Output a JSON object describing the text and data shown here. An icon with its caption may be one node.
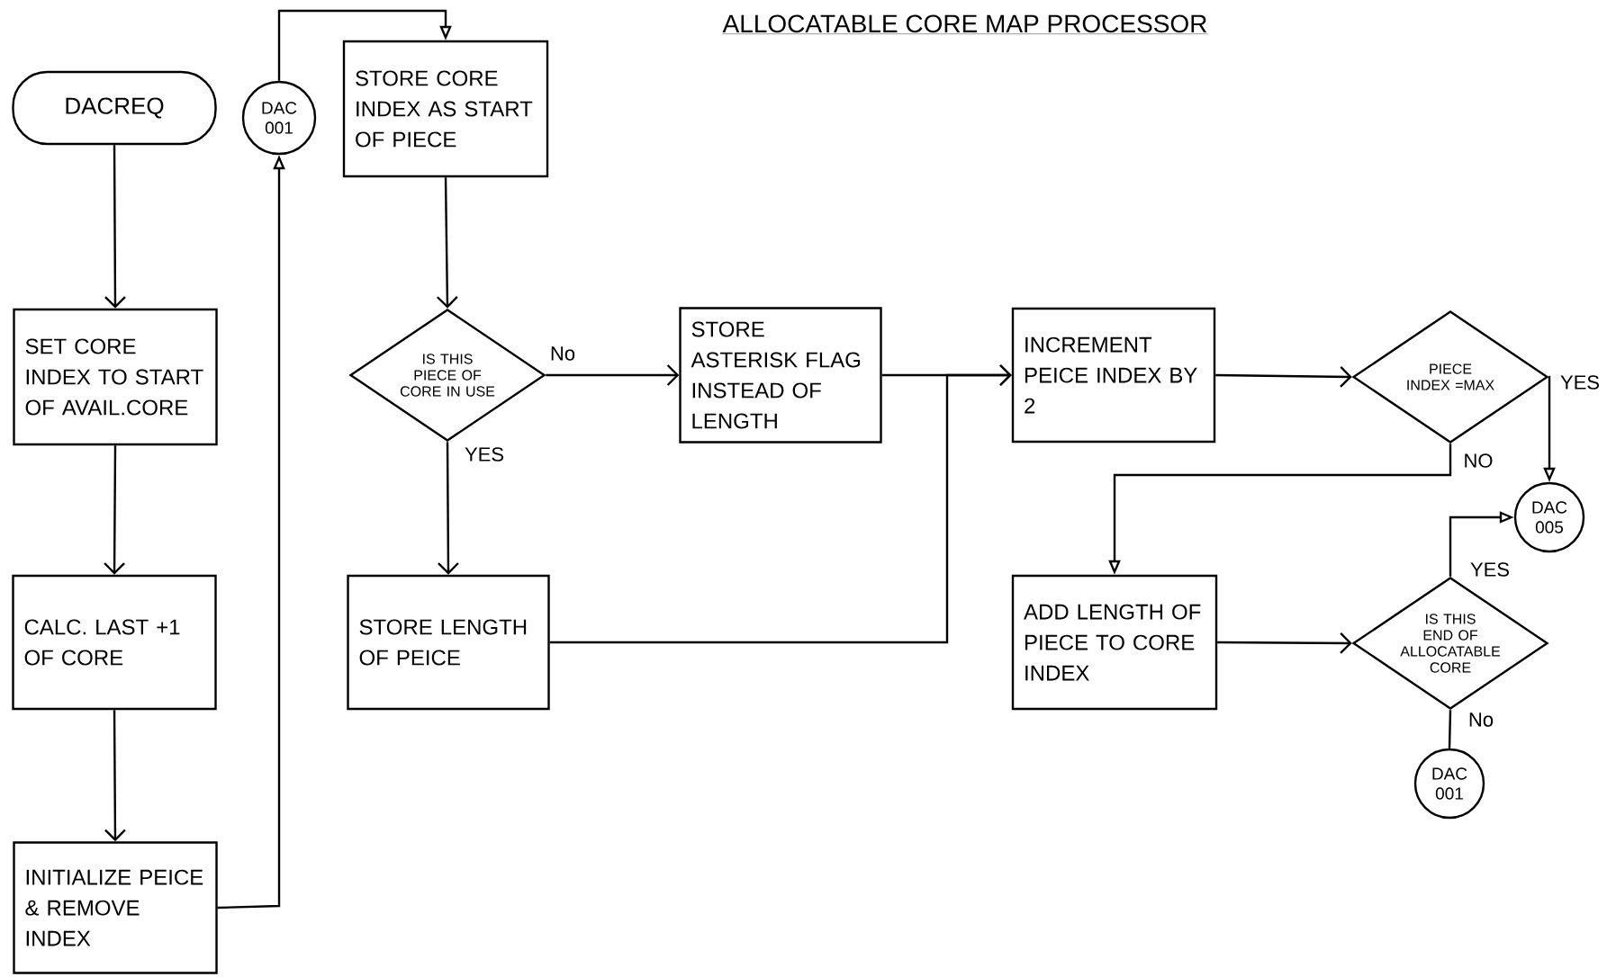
{
  "diagram": {
    "title": "ALLOCATABLE CORE MAP PROCESSOR",
    "nodes": [
      {
        "text": [
          "DACREQ"
        ]
      },
      {
        "text": [
          "DAC 001"
        ]
      },
      {
        "text": [
          "STORE CORE INDEX AS START OF PIECE"
        ]
      },
      {
        "text": [
          "SET CORE INDEX TO START OF AVAIL.CORE"
        ]
      },
      {
        "text": [
          "IS THIS PIECE OF CORE IN USE"
        ]
      },
      {
        "text": [
          "STORE ASTERISK FLAG INSTEAD OF LENGTH"
        ]
      },
      {
        "text": [
          "INCREMENT PEICE INDEX BY 2"
        ]
      },
      {
        "text": [
          "PIECE INDEX =MAX"
        ]
      },
      {
        "text": [
          "CALC. LAST +1 OF CORE"
        ]
      },
      {
        "text": [
          "STORE LENGTH OF PEICE"
        ]
      },
      {
        "text": [
          "DAC 005"
        ]
      },
      {
        "text": [
          "ADD LENGTH OF PIECE TO CORE INDEX"
        ]
      },
      {
        "text": [
          "IS THIS END OF ALLOCATABLE CORE"
        ]
      },
      {
        "text": [
          "DAC 001"
        ]
      },
      {
        "text": [
          "INITIALIZE PEICE & REMOVE INDEX"
        ]
      }
    ],
    "edges": [
      {
        "from": 0,
        "to": 3,
        "arrow": "to"
      },
      {
        "from": 3,
        "to": 8,
        "arrow": "to"
      },
      {
        "from": 8,
        "to": 14,
        "arrow": "to"
      },
      {
        "from": 14,
        "to": 1,
        "arrow": "to"
      },
      {
        "from": 1,
        "to": 2,
        "arrow": "to"
      },
      {
        "from": 2,
        "to": 4,
        "arrow": "to"
      },
      {
        "from": 4,
        "to": 5,
        "arrow": "to",
        "label": "No"
      },
      {
        "from": 4,
        "to": 9,
        "arrow": "to",
        "label": "YES"
      },
      {
        "from": 5,
        "to": 6,
        "arrow": "to"
      },
      {
        "from": 9,
        "to": 6,
        "arrow": "to"
      },
      {
        "from": 6,
        "to": 7,
        "arrow": "to"
      },
      {
        "from": 7,
        "to": 10,
        "arrow": "to",
        "label": "YES"
      },
      {
        "from": 7,
        "to": 11,
        "arrow": "to",
        "label": "NO"
      },
      {
        "from": 11,
        "to": 12,
        "arrow": "to"
      },
      {
        "from": 12,
        "to": 10,
        "arrow": "to",
        "label": "YES"
      },
      {
        "from": 12,
        "to": 13,
        "arrow": "none",
        "label": "No"
      }
    ]
  }
}
